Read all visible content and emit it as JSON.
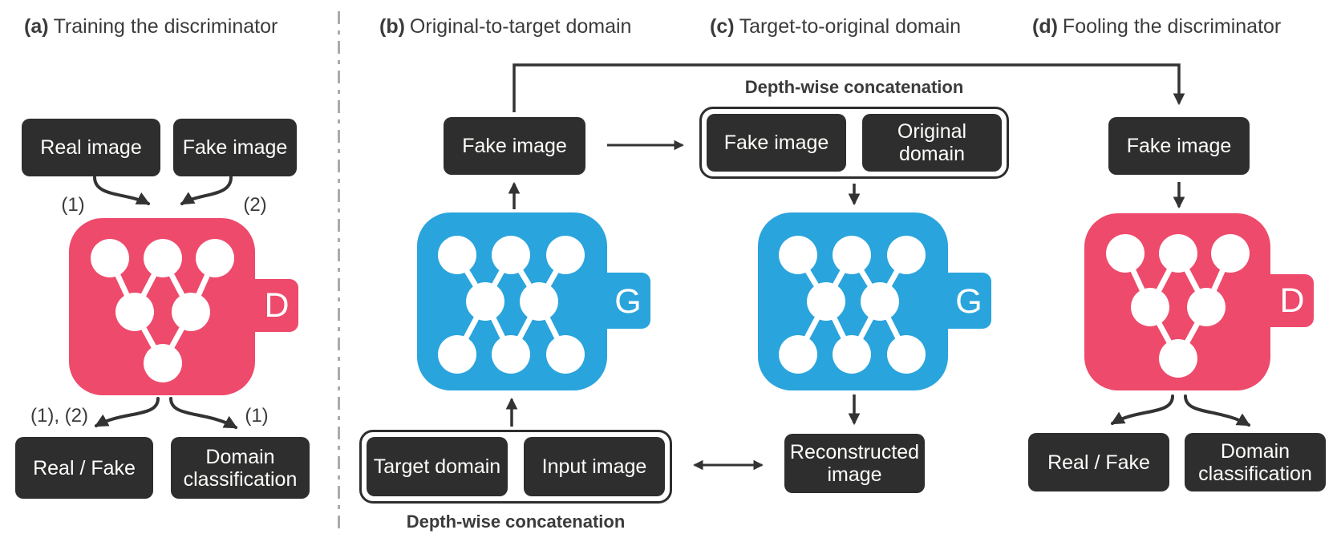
{
  "colors": {
    "discriminator_pink": "#ee4a6b",
    "generator_blue": "#2aa4dc",
    "box_dark": "#2e2e2e",
    "box_text": "#fdfdfa",
    "title_text": "#3b3b3b",
    "arrow": "#333333",
    "divider_gray": "#ababab"
  },
  "panels": {
    "a": {
      "tag": "(a)",
      "title": "Training the discriminator",
      "box_real_image": "Real image",
      "box_fake_image": "Fake image",
      "label_input_real": "(1)",
      "label_input_fake": "(2)",
      "network_letter": "D",
      "label_output_left": "(1), (2)",
      "label_output_right": "(1)",
      "box_real_fake": "Real / Fake",
      "box_domain_classification": "Domain classification"
    },
    "b": {
      "tag": "(b)",
      "title": "Original-to-target domain",
      "box_fake_image": "Fake image",
      "network_letter": "G",
      "box_target_domain": "Target domain",
      "box_input_image": "Input image",
      "concat_label": "Depth-wise concatenation"
    },
    "c": {
      "tag": "(c)",
      "title": "Target-to-original domain",
      "concat_label": "Depth-wise concatenation",
      "box_fake_image": "Fake image",
      "box_original_domain": "Original domain",
      "network_letter": "G",
      "box_reconstructed_image": "Reconstructed image"
    },
    "d": {
      "tag": "(d)",
      "title": "Fooling the discriminator",
      "box_fake_image": "Fake image",
      "network_letter": "D",
      "box_real_fake": "Real / Fake",
      "box_domain_classification": "Domain classification"
    }
  }
}
